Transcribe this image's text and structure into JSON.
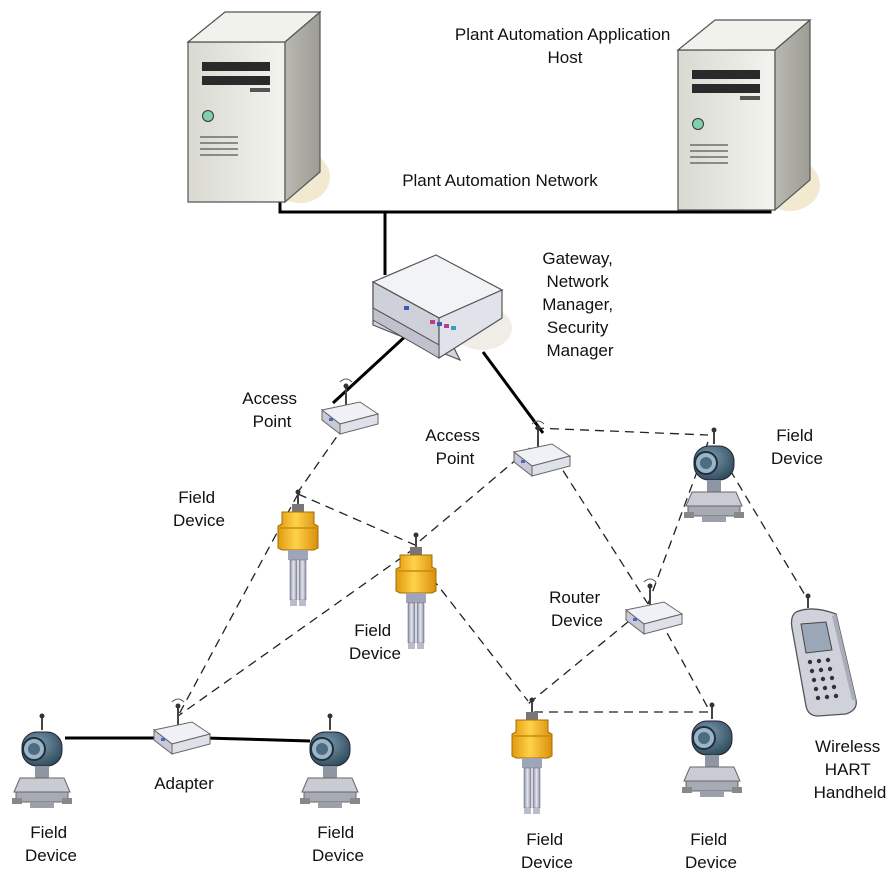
{
  "labels": {
    "host": [
      "Plant Automation Application",
      "Host"
    ],
    "network": "Plant Automation Network",
    "gateway": [
      "Gateway,",
      "Network",
      "Manager,",
      "Security",
      "Manager"
    ],
    "access_point_left": [
      "Access",
      "Point"
    ],
    "access_point_center": [
      "Access",
      "Point"
    ],
    "field_device_top_right": [
      "Field",
      "Device"
    ],
    "field_device_left": [
      "Field",
      "Device"
    ],
    "field_device_mid": [
      "Field",
      "Device"
    ],
    "router": [
      "Router",
      "Device"
    ],
    "handheld": [
      "Wireless",
      "HART",
      "Handheld"
    ],
    "adapter": "Adapter",
    "field_device_bottom_1": [
      "Field",
      "Device"
    ],
    "field_device_bottom_2": [
      "Field",
      "Device"
    ],
    "field_device_bottom_3": [
      "Field",
      "Device"
    ],
    "field_device_bottom_4": [
      "Field",
      "Device"
    ]
  },
  "colors": {
    "transmitter_head": "#4c6f86",
    "level_device": "#f2b51c",
    "box": "#d8dae2",
    "server": "#e6e6df"
  }
}
